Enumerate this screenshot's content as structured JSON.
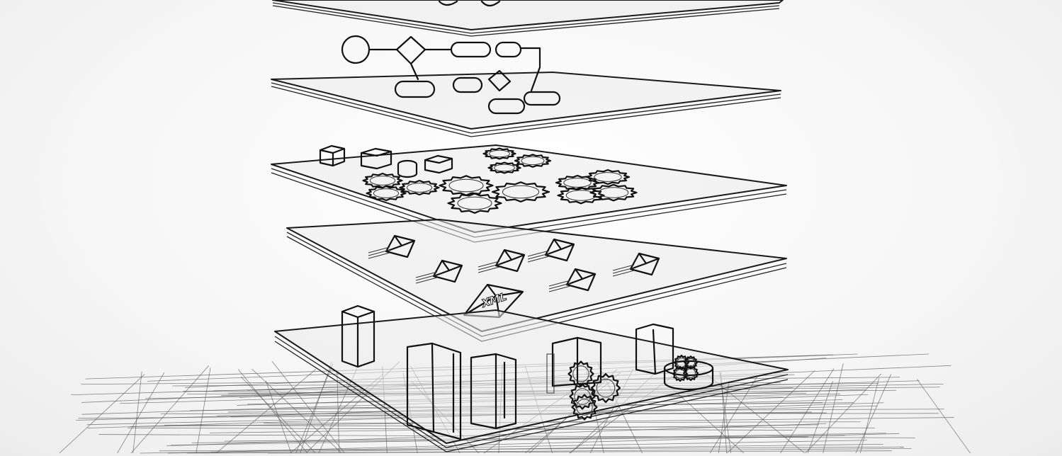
{
  "illustration": {
    "layers": [
      "presentation",
      "process-flow",
      "services",
      "messaging",
      "infrastructure"
    ],
    "envelope_label": "XML"
  }
}
